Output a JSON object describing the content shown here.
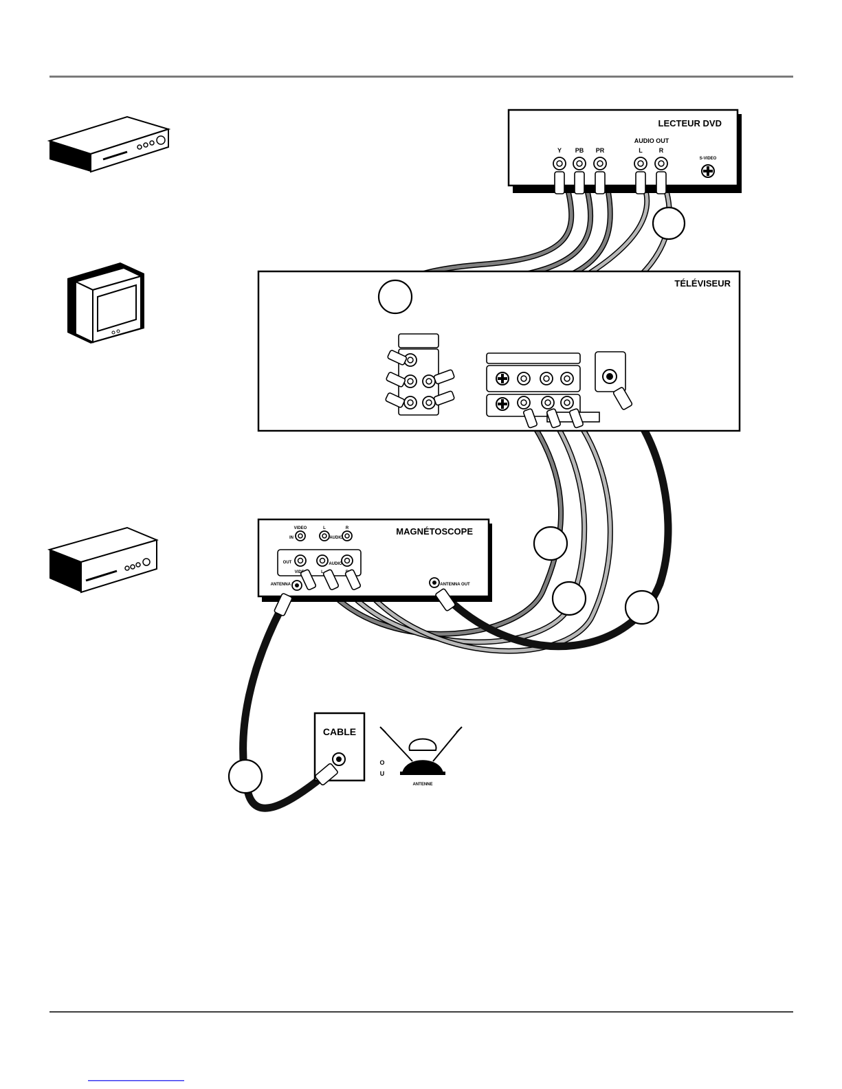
{
  "devices": {
    "dvd_player": {
      "title": "LECTEUR DVD",
      "jack_y": "Y",
      "jack_pb": "PB",
      "jack_pr": "PR",
      "audio_out": "AUDIO OUT",
      "audio_l": "L",
      "audio_r": "R",
      "svideo": "S-VIDEO"
    },
    "tv": {
      "title": "TÉLÉVISEUR"
    },
    "vcr": {
      "title": "MAGNÉTOSCOPE",
      "video_top": "VIDEO",
      "in": "IN",
      "l_top": "L",
      "audio_top": "AUDIO",
      "r_top": "R",
      "out": "OUT",
      "video_bottom": "VIDEO",
      "l_bottom": "L",
      "audio_bottom": "AUDIO",
      "r_bottom": "R",
      "antenna_in": "ANTENNA IN",
      "antenna_out": "ANTENNA OUT"
    },
    "cable_wall": {
      "title": "CABLE"
    },
    "antenna": {
      "title": "ANTENNE"
    },
    "or_label": [
      "O",
      "U"
    ]
  },
  "colors": {
    "ink": "#000000",
    "cable_dark_gray": "#808080",
    "cable_light_gray": "#b8b8b8",
    "coax": "#111111",
    "rule": "#7a7a7a",
    "link": "#3a3af0"
  }
}
